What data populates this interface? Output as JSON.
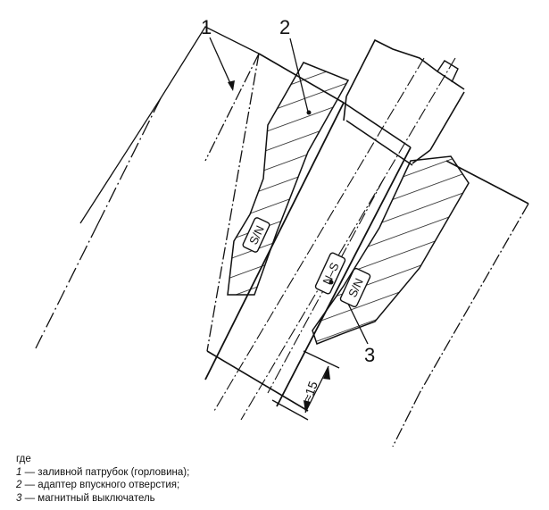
{
  "diagram": {
    "callouts": [
      {
        "id": "1",
        "label": "1"
      },
      {
        "id": "2",
        "label": "2"
      },
      {
        "id": "3",
        "label": "3"
      }
    ],
    "dimension": {
      "label": "≈15"
    },
    "magnets": [
      {
        "label": "S/N"
      },
      {
        "label": "N–S"
      },
      {
        "label": "S/N"
      }
    ]
  },
  "legend": {
    "heading": "где",
    "items": [
      {
        "num": "1",
        "dash": " — ",
        "text": "заливной патрубок (горловина);"
      },
      {
        "num": "2",
        "dash": " — ",
        "text": "адаптер впускного отверстия;"
      },
      {
        "num": "3",
        "dash": " — ",
        "text": "магнитный выключатель"
      }
    ]
  }
}
